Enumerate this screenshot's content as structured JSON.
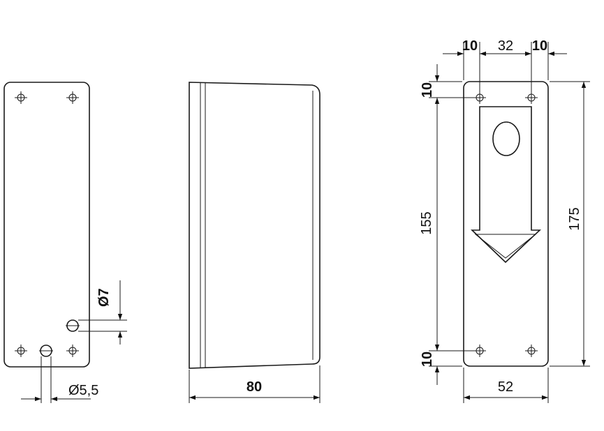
{
  "drawing": {
    "left_view": {
      "hole_diameter_small": "Ø5,5",
      "hole_diameter_large": "Ø7"
    },
    "middle_view": {
      "depth": "80"
    },
    "right_view": {
      "hole_spacing_left": "10",
      "hole_spacing_mid": "32",
      "hole_spacing_right": "10",
      "top_offset": "10",
      "inner_height": "155",
      "bottom_offset": "10",
      "total_height": "175",
      "width": "52"
    }
  }
}
